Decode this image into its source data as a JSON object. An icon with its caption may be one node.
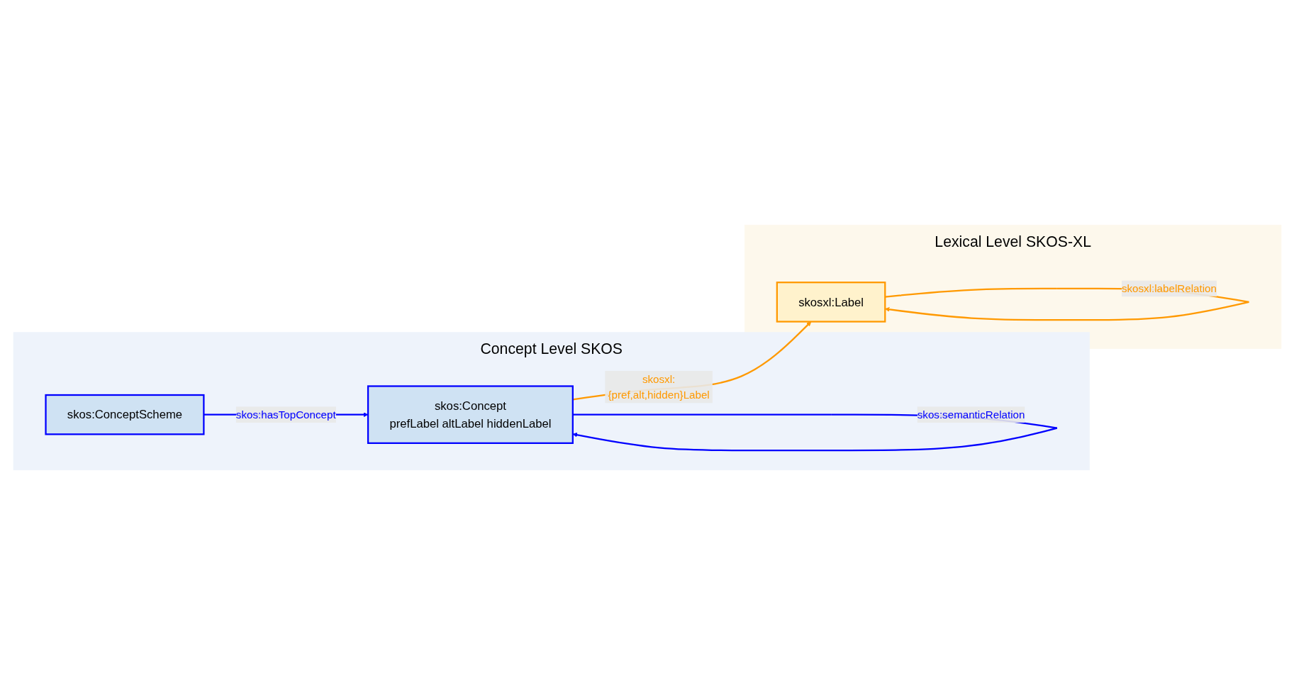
{
  "diagram": {
    "nodes": [
      {
        "text": [
          "Concept Level SKOS"
        ]
      },
      {
        "text": [
          "skos:ConceptScheme"
        ],
        "in": 0
      },
      {
        "text": [
          "skos:Concept",
          "prefLabel altLabel hiddenLabel"
        ],
        "in": 0
      },
      {
        "text": [
          "Lexical Level SKOS-XL"
        ]
      },
      {
        "text": [
          "skosxl:Label"
        ],
        "in": 3
      }
    ],
    "edges": [
      {
        "from": 1,
        "to": 2,
        "arrow": "to",
        "label": "skos:hasTopConcept",
        "color": "#0000ff"
      },
      {
        "from": 2,
        "to": 2,
        "arrow": "to",
        "label": "skos:semanticRelation",
        "color": "#0000ff"
      },
      {
        "from": 2,
        "to": 4,
        "arrow": "to",
        "label": "skosxl:{pref,alt,hidden}Label",
        "color": "#ff9900"
      },
      {
        "from": 4,
        "to": 4,
        "arrow": "to",
        "label": "skosxl:labelRelation",
        "color": "#ff9900"
      }
    ]
  }
}
